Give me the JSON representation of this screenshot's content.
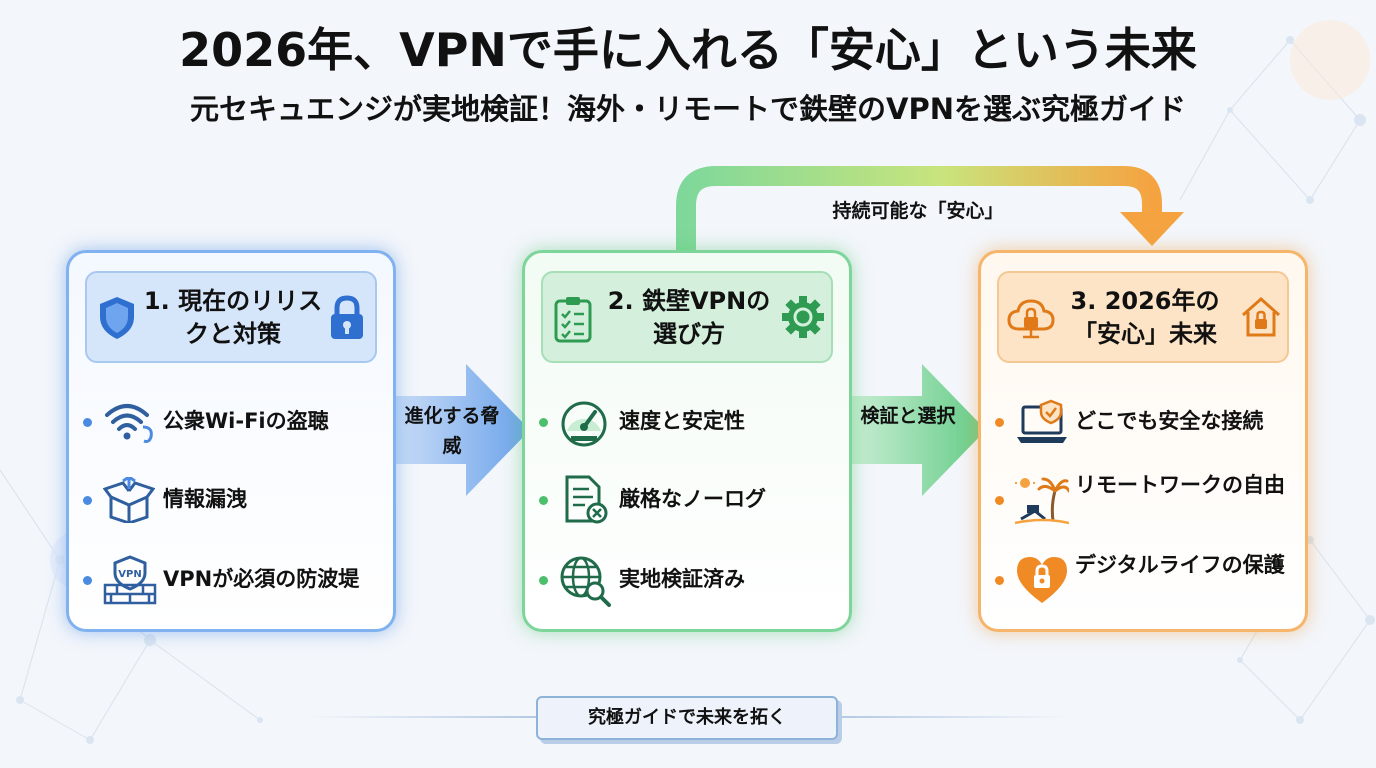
{
  "title": "2026年、VPNで手に入れる「安心」という未来",
  "subtitle": "元セキュエンジが実地検証！海外・リモートで鉄壁のVPNを選ぶ究極ガイド",
  "panels": [
    {
      "heading": "1. 現在のリリスクと対策",
      "icons": [
        "shield-icon",
        "lock-icon"
      ],
      "items": [
        {
          "icon": "wifi-ear-icon",
          "text": "公衆Wi-Fiの盗聴"
        },
        {
          "icon": "open-box-icon",
          "text": "情報漏洩"
        },
        {
          "icon": "vpn-firewall-icon",
          "text": "VPNが必須の防波堤"
        }
      ]
    },
    {
      "heading": "2. 鉄壁VPNの選び方",
      "icons": [
        "checklist-icon",
        "gear-icon"
      ],
      "items": [
        {
          "icon": "speedometer-icon",
          "text": "速度と安定性"
        },
        {
          "icon": "document-x-icon",
          "text": "厳格なノーログ"
        },
        {
          "icon": "globe-search-icon",
          "text": "実地検証済み"
        }
      ]
    },
    {
      "heading": "3. 2026年の「安心」未来",
      "icons": [
        "cloud-lock-icon",
        "house-lock-icon"
      ],
      "items": [
        {
          "icon": "laptop-shield-icon",
          "text": "どこでも安全な接続"
        },
        {
          "icon": "beach-remote-icon",
          "text": "リモートワークの自由"
        },
        {
          "icon": "heart-lock-icon",
          "text": "デジタルライフの保護"
        }
      ]
    }
  ],
  "arrows": {
    "a1": "進化する脅威",
    "a2": "検証と選択",
    "top": "持続可能な「安心」"
  },
  "bottom_button": "究極ガイドで未来を拓く",
  "colors": {
    "blue": "#4a8ae0",
    "green": "#4cbf6c",
    "orange": "#f08a24"
  }
}
